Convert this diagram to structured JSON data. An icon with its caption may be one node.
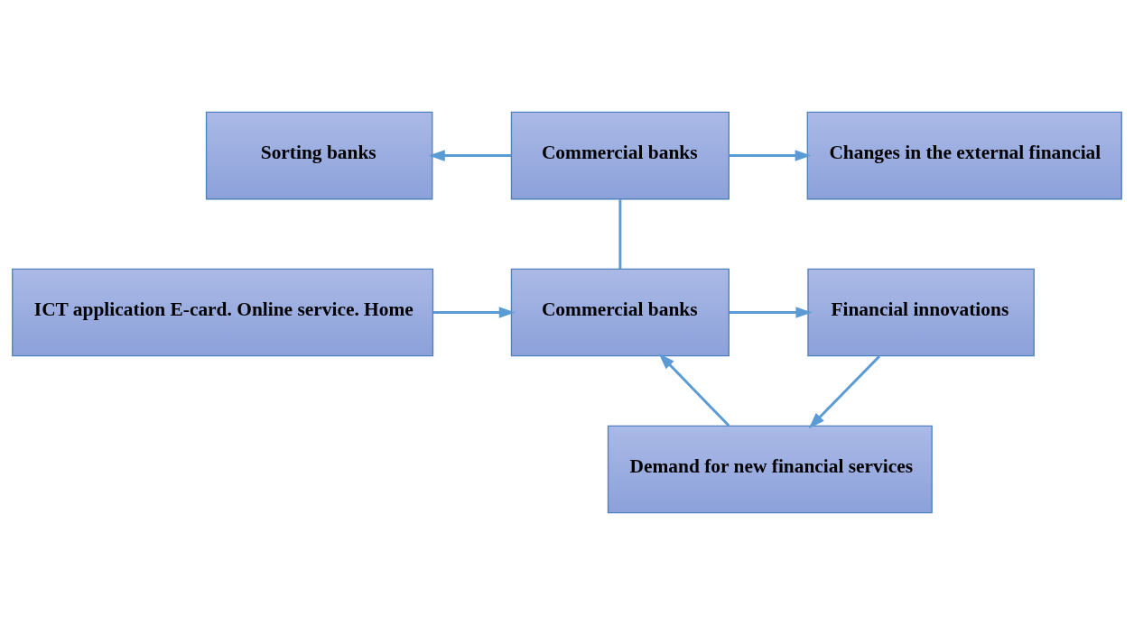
{
  "diagram": {
    "nodes": [
      {
        "text": [
          "Sorting banks"
        ]
      },
      {
        "text": [
          "Commercial banks"
        ]
      },
      {
        "text": [
          "Changes in the external financial"
        ]
      },
      {
        "text": [
          "ICT application E-card. Online service. Home"
        ]
      },
      {
        "text": [
          "Commercial banks"
        ]
      },
      {
        "text": [
          "Financial innovations"
        ]
      },
      {
        "text": [
          "Demand for new financial services"
        ]
      }
    ],
    "edges": [
      {
        "from": 1,
        "to": 0,
        "arrow": "to"
      },
      {
        "from": 1,
        "to": 2,
        "arrow": "to"
      },
      {
        "from": 4,
        "to": 1,
        "arrow": "none"
      },
      {
        "from": 3,
        "to": 4,
        "arrow": "to"
      },
      {
        "from": 4,
        "to": 5,
        "arrow": "to"
      },
      {
        "from": 5,
        "to": 6,
        "arrow": "to"
      },
      {
        "from": 6,
        "to": 4,
        "arrow": "to"
      }
    ]
  }
}
